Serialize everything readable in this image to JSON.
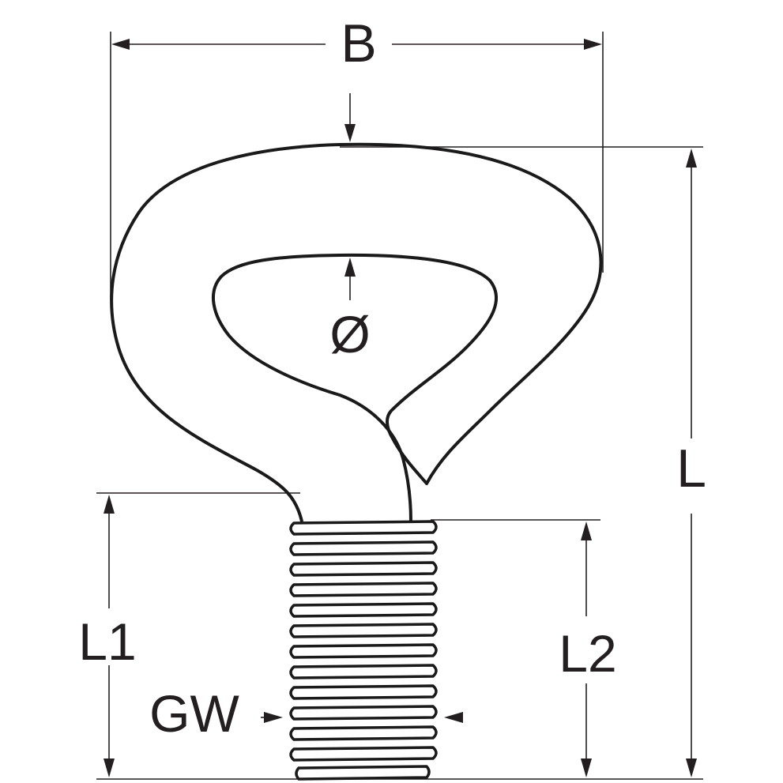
{
  "diagram": {
    "labels": {
      "width": "B",
      "total_length": "L",
      "eye_diameter": "Ø",
      "shank_length": "L1",
      "thread_length": "L2",
      "thread_size": "GW"
    },
    "colors": {
      "line": "#1a1a1a",
      "dimension": "#231f20",
      "background": "#ffffff"
    }
  }
}
